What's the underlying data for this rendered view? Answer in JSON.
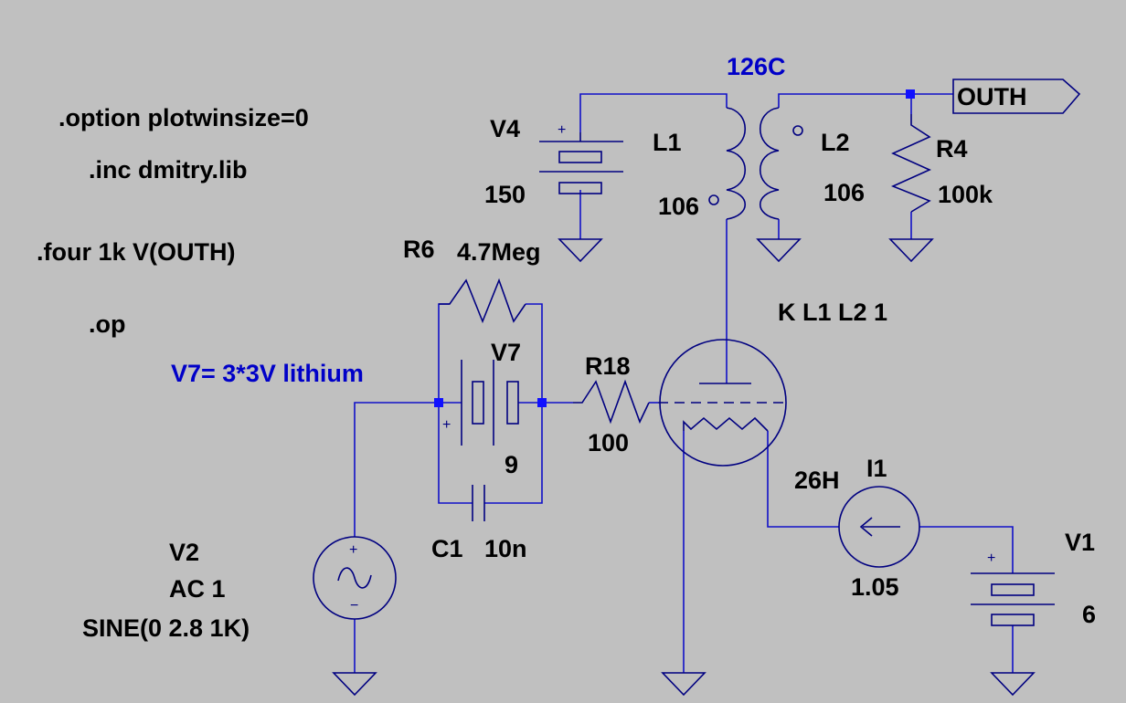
{
  "directives": {
    "option": ".option plotwinsize=0",
    "inc": ".inc dmitry.lib",
    "four": ".four 1k V(OUTH)",
    "op": ".op",
    "coupling": "K L1 L2 1"
  },
  "comment": "V7= 3*3V lithium",
  "tube": {
    "model": "126C",
    "heater": "26H"
  },
  "net_label": "OUTH",
  "components": {
    "V4": {
      "name": "V4",
      "value": "150"
    },
    "L1": {
      "name": "L1",
      "value": "106"
    },
    "L2": {
      "name": "L2",
      "value": "106"
    },
    "R4": {
      "name": "R4",
      "value": "100k"
    },
    "R6": {
      "name": "R6",
      "value": "4.7Meg"
    },
    "V7": {
      "name": "V7",
      "value": "9"
    },
    "R18": {
      "name": "R18",
      "value": "100"
    },
    "C1": {
      "name": "C1",
      "value": "10n"
    },
    "I1": {
      "name": "I1",
      "value": "1.05"
    },
    "V1": {
      "name": "V1",
      "value": "6"
    },
    "V2": {
      "name": "V2",
      "ac": "AC 1",
      "sine": "SINE(0 2.8 1K)"
    }
  }
}
